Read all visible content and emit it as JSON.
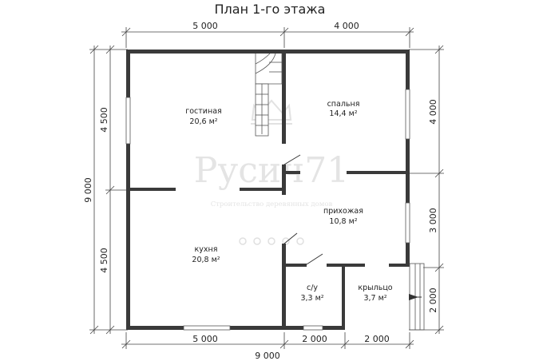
{
  "title": "План 1-го этажа",
  "dimensions": {
    "top": [
      "5 000",
      "4 000"
    ],
    "bottom": [
      "5 000",
      "2 000",
      "2 000"
    ],
    "bottom_total": "9 000",
    "left": [
      "4 500",
      "4 500"
    ],
    "left_total": "9 000",
    "right": [
      "4 000",
      "3 000",
      "2 000"
    ]
  },
  "rooms": [
    {
      "name": "гостиная",
      "area": "20,6 м²"
    },
    {
      "name": "спальня",
      "area": "14,4 м²"
    },
    {
      "name": "прихожая",
      "area": "10,8 м²"
    },
    {
      "name": "кухня",
      "area": "20,8 м²"
    },
    {
      "name": "с/у",
      "area": "3,3 м²"
    },
    {
      "name": "крыльцо",
      "area": "3,7 м²"
    }
  ],
  "watermark": {
    "brand": "Русич71",
    "tagline": "Строительство деревянных домов"
  }
}
